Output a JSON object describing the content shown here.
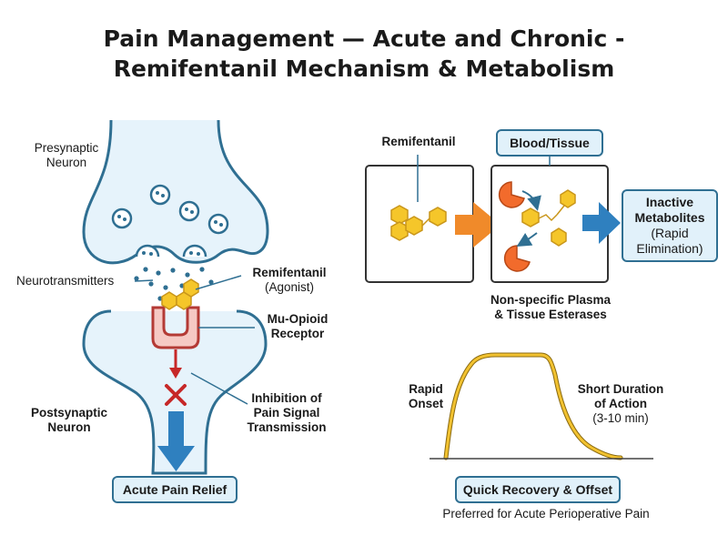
{
  "title": {
    "line1": "Pain Management — Acute and Chronic -",
    "line2": "Remifentanil Mechanism & Metabolism"
  },
  "synapse": {
    "presynaptic_line1": "Presynaptic",
    "presynaptic_line2": "Neuron",
    "neurotransmitters": "Neurotransmitters",
    "remifentanil": "Remifentanil",
    "agonist": "(Agonist)",
    "receptor_line1": "Mu-Opioid",
    "receptor_line2": "Receptor",
    "inhibition_line1": "Inhibition of",
    "inhibition_line2": "Pain Signal",
    "inhibition_line3": "Transmission",
    "postsynaptic_line1": "Postsynaptic",
    "postsynaptic_line2": "Neuron",
    "acute_relief": "Acute Pain Relief"
  },
  "metabolism": {
    "remifentanil": "Remifentanil",
    "blood_tissue": "Blood/Tissue",
    "inactive_line1": "Inactive",
    "inactive_line2": "Metabolites",
    "inactive_line3": "(Rapid",
    "inactive_line4": "Elimination)",
    "esterases_line1": "Non-specific Plasma",
    "esterases_line2": "& Tissue Esterases"
  },
  "profile": {
    "rapid_line1": "Rapid",
    "rapid_line2": "Onset",
    "short_line1": "Short Duration",
    "short_line2": "of Action",
    "short_line3": "(3-10 min)",
    "recovery": "Quick Recovery & Offset",
    "footer": "Preferred for Acute Perioperative Pain"
  },
  "colors": {
    "outline": "#2f6f92",
    "membrane_fill": "#e6f3fb",
    "molecule": "#f5c62a",
    "receptor": "#d9534f",
    "arrow_orange": "#f08a2a",
    "arrow_blue": "#2f80bf",
    "enzyme": "#f26b2c",
    "curve": "#f2c230"
  }
}
